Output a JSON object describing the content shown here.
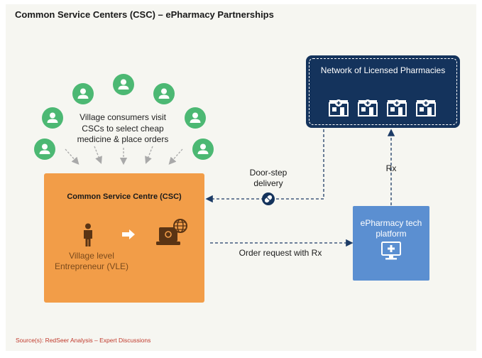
{
  "title": "Common Service Centers (CSC)  – ePharmacy Partnerships",
  "consumers": {
    "text": "Village consumers visit CSCs to select cheap medicine & place orders",
    "icon": "person-icon",
    "color": "#4cb873"
  },
  "pharmacies": {
    "title": "Network of Licensed Pharmacies",
    "icon": "pharmacy-building-icon",
    "color": "#14335c"
  },
  "csc": {
    "title": "Common Service Centre (CSC)",
    "vle_label": "Village level Entrepreneur (VLE)",
    "color": "#f29d48"
  },
  "epharmacy": {
    "title": "ePharmacy tech platform",
    "icon": "computer-medical-icon",
    "color": "#5b8fd1"
  },
  "flows": {
    "delivery": "Door-step delivery",
    "order": "Order request with Rx",
    "rx": "Rx"
  },
  "source": "Source(s): RedSeer Analysis – Expert Discussions"
}
